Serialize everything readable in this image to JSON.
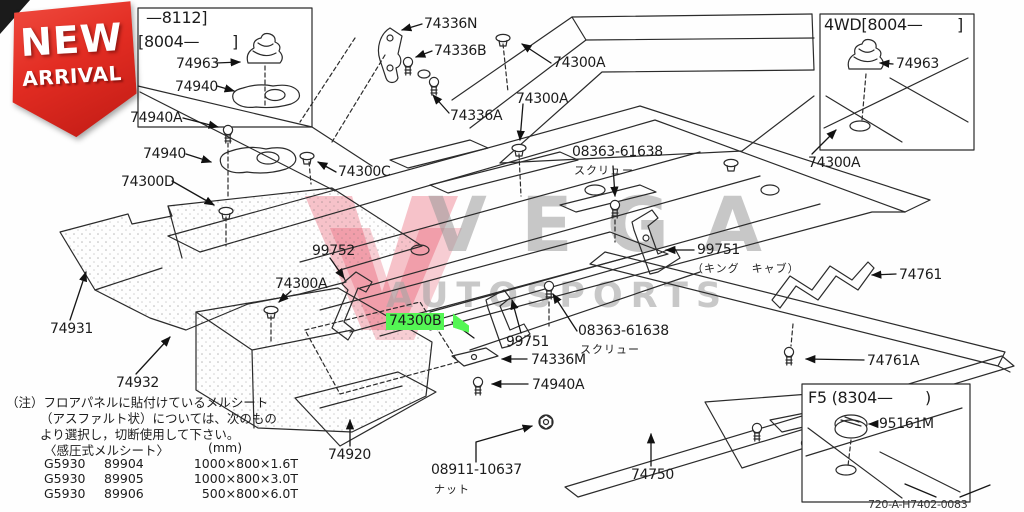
{
  "badge": {
    "line1": "NEW",
    "line2": "ARRIVAL"
  },
  "watermark": {
    "word1": "VEGA",
    "word2": "AUTOSPORTS"
  },
  "inset_topleft": {
    "code_top": "—8112]",
    "code_bottom": "[8004—",
    "code_bottom_close": "]",
    "boot": "74963",
    "pad": "74940"
  },
  "inset_4wd": {
    "title": "4WD[8004—",
    "title_close": "]",
    "boot": "74963",
    "clip": "74300A"
  },
  "inset_f5": {
    "title": "F5 (8304—",
    "title_close": ")",
    "grommet": "95161M"
  },
  "labels": {
    "p74940a_top": "74940A",
    "p74940_main": "74940",
    "p74300d": "74300D",
    "p74300c": "74300C",
    "p74336n": "74336N",
    "p74336b": "74336B",
    "p74336a": "74336A",
    "p74300a_top": "74300A",
    "p74300a_mid": "74300A",
    "screw_upper_num": "08363-61638",
    "screw_upper_kana": "スクリュー",
    "p99751_king": "99751",
    "p99751_king_kana": "（キング　キャブ）",
    "p74761": "74761",
    "p74761a": "74761A",
    "p99752": "99752",
    "p74300a_left": "74300A",
    "p74300b": "74300B",
    "p99751_lower": "99751",
    "screw_lower_num": "08363-61638",
    "screw_lower_kana": "スクリュー",
    "p74336m": "74336M",
    "p74940a_lower": "74940A",
    "p74931": "74931",
    "p74932": "74932",
    "p74920": "74920",
    "nut_num": "08911-10637",
    "nut_kana": "ナット",
    "p74750": "74750",
    "doc_code": "720-A-H7402-0083"
  },
  "notes": {
    "line1": "（注）フロアパネルに貼付けているメルシート",
    "line2": "（アスファルト状）については、次のもの",
    "line3": "より選択し，切断使用して下さい。",
    "line4": "〈感圧式メルシート〉",
    "line4_unit": "(mm)",
    "rows": [
      [
        "G5930",
        "89904",
        "1000×800×1.6T"
      ],
      [
        "G5930",
        "89905",
        "1000×800×3.0T"
      ],
      [
        "G5930",
        "89906",
        "500×800×6.0T"
      ]
    ]
  },
  "colors": {
    "highlight_green": "#54f654",
    "badge_red": "#e22c22",
    "watermark_gray": "#9b9b9b",
    "watermark_pink": "#e0213a"
  }
}
